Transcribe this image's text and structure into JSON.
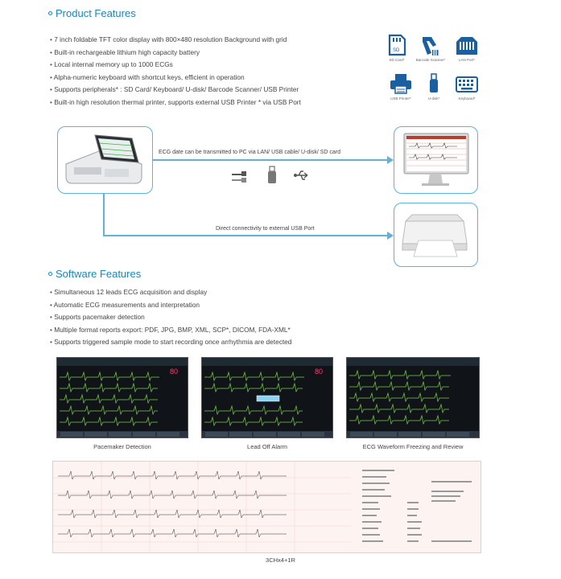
{
  "product": {
    "title": "Product Features",
    "bullets": [
      "7 inch foldable TFT color display with 800×480 resolution Background with grid",
      "Built-in rechargeable lithium high capacity battery",
      "Local internal memory up to 1000 ECGs",
      "Alpha-numeric keyboard with shortcut keys, efficient in operation",
      "Supports peripherals* : SD Card/ Keyboard/ U-disk/ Barcode Scanner/ USB Printer",
      "Built-in high resolution thermal printer, supports external USB Printer * via USB Port"
    ],
    "peripherals": [
      {
        "label": "SD Card*",
        "icon": "sd-card-icon"
      },
      {
        "label": "Barcode Scanner*",
        "icon": "barcode-scanner-icon"
      },
      {
        "label": "LAN Port*",
        "icon": "lan-port-icon"
      },
      {
        "label": "USB Printer*",
        "icon": "usb-printer-icon"
      },
      {
        "label": "U-disk*",
        "icon": "u-disk-icon"
      },
      {
        "label": "Keyboard*",
        "icon": "keyboard-icon"
      }
    ]
  },
  "connectivity": {
    "pc_text": "ECG date can be transmitted to PC via LAN/ USB cable/ U-disk/ SD card",
    "printer_text": "Direct connectivity to external USB Port"
  },
  "software": {
    "title": "Software Features",
    "bullets": [
      "Simultaneous 12 leads ECG acquisition and display",
      "Automatic ECG measurements and interpretation",
      "Supports pacemaker detection",
      "Multiple format reports export: PDF, JPG, BMP, XML, SCP*, DICOM,  FDA-XML*",
      "Supports triggered sample mode to start recording once arrhythmia are detected"
    ],
    "screens": [
      {
        "caption": "Pacemaker Detection",
        "hr": "80"
      },
      {
        "caption": "Lead Off Alarm",
        "hr": "80"
      },
      {
        "caption": "ECG Waveform Freezing and Review",
        "hr": ""
      }
    ],
    "report_caption": "3CHx4+1R"
  },
  "colors": {
    "accent": "#1a86b8",
    "box_border": "#5fb2d8",
    "ecg_trace": "#7ccf4a",
    "hr_red": "#ff3b6b"
  }
}
